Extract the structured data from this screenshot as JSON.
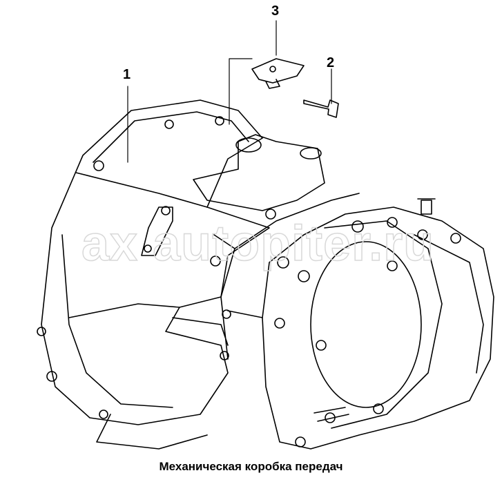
{
  "callouts": [
    "1",
    "2",
    "3"
  ],
  "caption": "Механическая коробка передач",
  "watermark": "autopiter.ru",
  "colors": {
    "line": "#000000",
    "background": "#ffffff",
    "watermark": "#d8d8d8"
  }
}
